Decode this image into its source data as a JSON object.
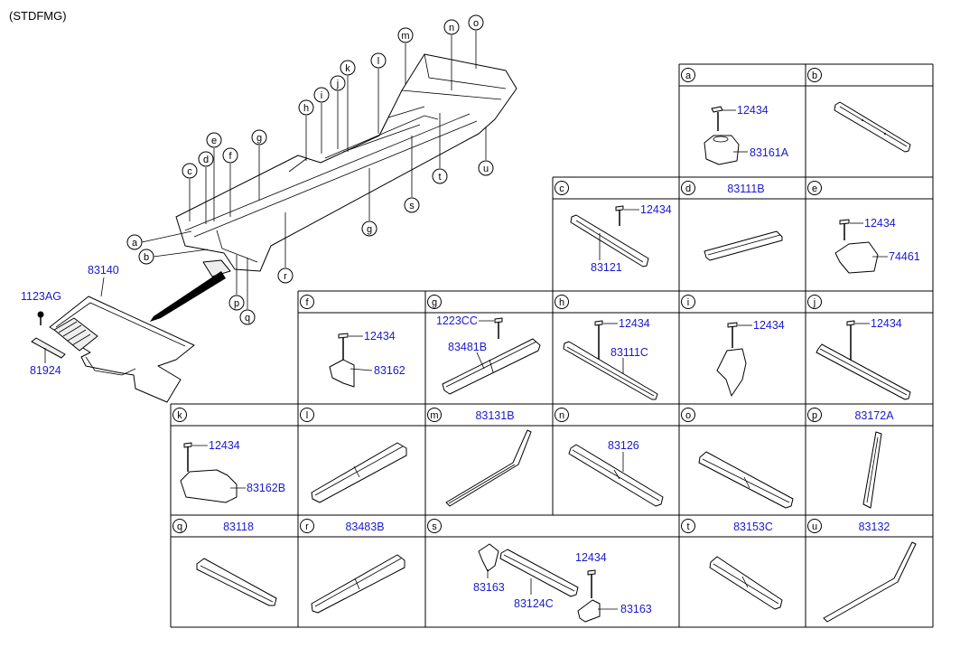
{
  "header": {
    "variant": "(STDFMG)"
  },
  "main_callouts": [
    {
      "label": "c"
    },
    {
      "label": "d"
    },
    {
      "label": "e"
    },
    {
      "label": "f"
    },
    {
      "label": "g"
    },
    {
      "label": "h"
    },
    {
      "label": "i"
    },
    {
      "label": "j"
    },
    {
      "label": "k"
    },
    {
      "label": "l"
    },
    {
      "label": "m"
    },
    {
      "label": "n"
    },
    {
      "label": "o"
    },
    {
      "label": "a"
    },
    {
      "label": "b"
    },
    {
      "label": "g"
    },
    {
      "label": "r"
    },
    {
      "label": "s"
    },
    {
      "label": "t"
    },
    {
      "label": "u"
    },
    {
      "label": "p"
    },
    {
      "label": "q"
    }
  ],
  "main_parts": {
    "mat": "83140",
    "clip": "1123AG",
    "strip": "81924"
  },
  "cells": {
    "a": {
      "letter": "a",
      "title": "",
      "parts": [
        "12434",
        "83161A"
      ]
    },
    "b": {
      "letter": "b",
      "title": "",
      "parts": []
    },
    "c": {
      "letter": "c",
      "title": "",
      "parts": [
        "12434",
        "83121"
      ]
    },
    "d": {
      "letter": "d",
      "title": "83111B",
      "parts": []
    },
    "e": {
      "letter": "e",
      "title": "",
      "parts": [
        "12434",
        "74461"
      ]
    },
    "f": {
      "letter": "f",
      "title": "",
      "parts": [
        "12434",
        "83162"
      ]
    },
    "g": {
      "letter": "g",
      "title": "",
      "parts": [
        "1223CC",
        "83481B"
      ]
    },
    "h": {
      "letter": "h",
      "title": "",
      "parts": [
        "12434",
        "83111C"
      ]
    },
    "i": {
      "letter": "i",
      "title": "",
      "parts": [
        "12434"
      ]
    },
    "j": {
      "letter": "j",
      "title": "",
      "parts": [
        "12434"
      ]
    },
    "k": {
      "letter": "k",
      "title": "",
      "parts": [
        "12434",
        "83162B"
      ]
    },
    "l": {
      "letter": "l",
      "title": "",
      "parts": []
    },
    "m": {
      "letter": "m",
      "title": "83131B",
      "parts": []
    },
    "n": {
      "letter": "n",
      "title": "",
      "parts": [
        "83126"
      ]
    },
    "o": {
      "letter": "o",
      "title": "",
      "parts": []
    },
    "p": {
      "letter": "p",
      "title": "83172A",
      "parts": []
    },
    "q": {
      "letter": "q",
      "title": "83118",
      "parts": []
    },
    "r": {
      "letter": "r",
      "title": "83483B",
      "parts": []
    },
    "s": {
      "letter": "s",
      "title": "",
      "parts": [
        "83163",
        "83124C",
        "12434",
        "83163"
      ]
    },
    "t": {
      "letter": "t",
      "title": "83153C",
      "parts": []
    },
    "u": {
      "letter": "u",
      "title": "83132",
      "parts": []
    }
  }
}
